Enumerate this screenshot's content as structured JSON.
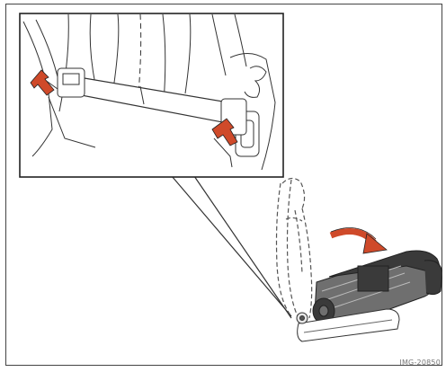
{
  "figure": {
    "reference_code": "IMG-20850",
    "inset_subject": "seat-belt-with-release-levers",
    "main_subject": "rear-seat-backrest-folding-forward",
    "arrow_color": "#cf4a2a",
    "line_color": "#333333",
    "shade_color": "#6f6f6f",
    "dark_color": "#3a3a3a"
  }
}
